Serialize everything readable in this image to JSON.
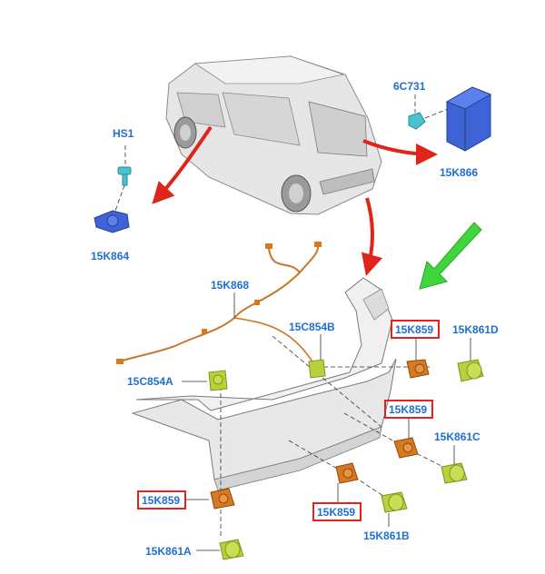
{
  "labels": {
    "hs1": "HS1",
    "p15k864": "15K864",
    "p6c731": "6C731",
    "p15k866": "15K866",
    "p15k868": "15K868",
    "p15c854b": "15C854B",
    "p15k859_a": "15K859",
    "p15k861d": "15K861D",
    "p15c854a": "15C854A",
    "p15k859_b": "15K859",
    "p15k861c": "15K861C",
    "p15k859_c": "15K859",
    "p15k859_d": "15K859",
    "p15k861b": "15K861B",
    "p15k861a": "15K861A"
  },
  "colors": {
    "label": "#1f6fd1",
    "highlight_box": "#e0241b",
    "arrow_red": "#e0241b",
    "arrow_green": "#3fd63c",
    "sensor_orange": "#d9791f",
    "bezel_green": "#b7d13a",
    "module_blue": "#3d63d6",
    "clip_cyan": "#49c1cf"
  }
}
